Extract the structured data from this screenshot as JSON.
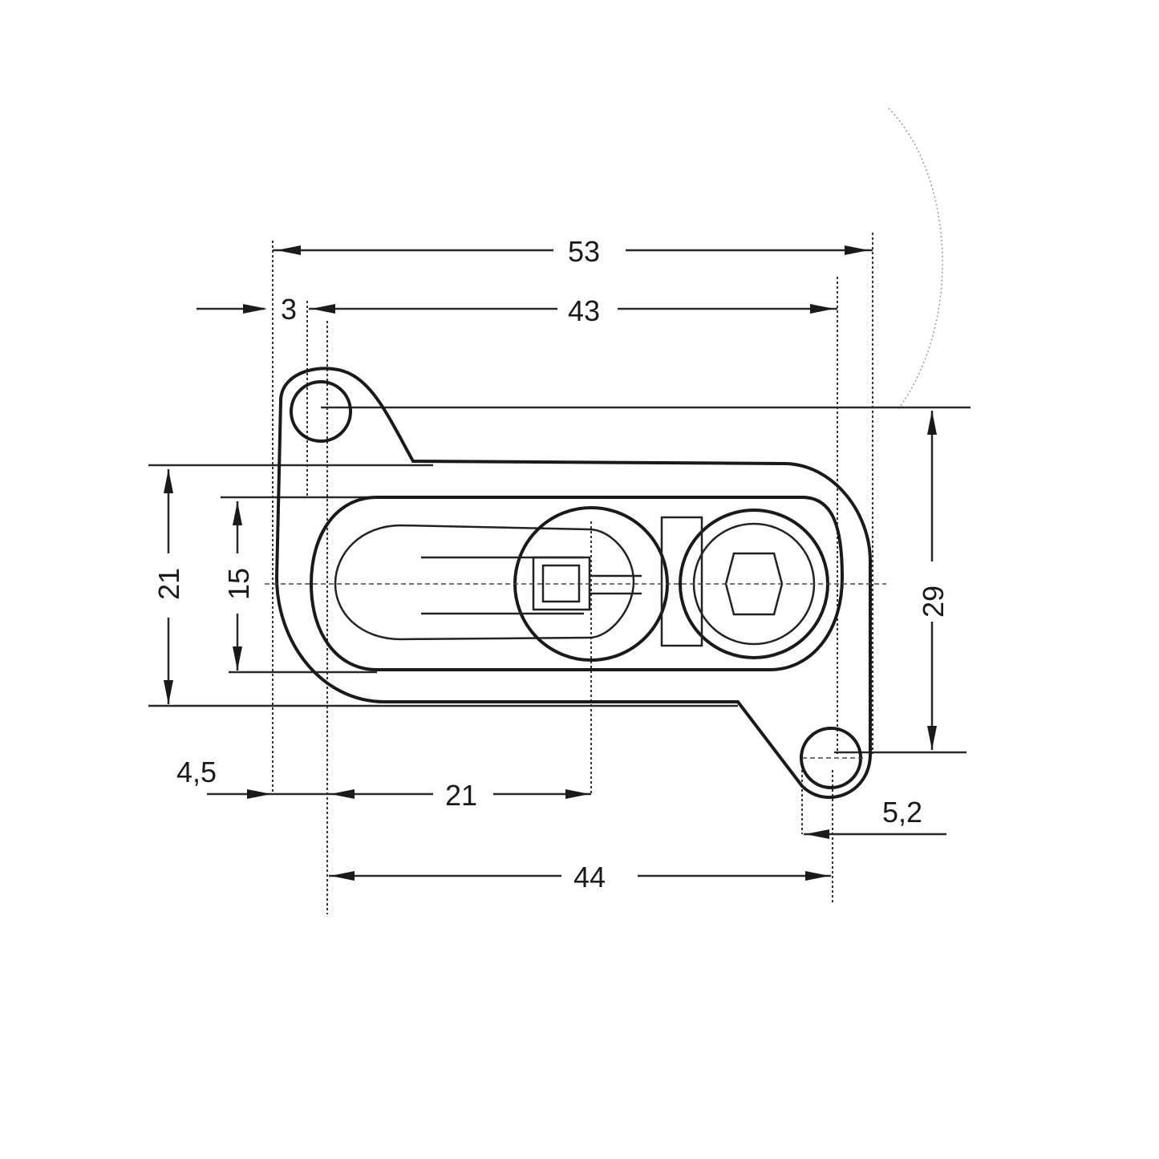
{
  "drawing": {
    "type": "mechanical-dimension-drawing",
    "units": "mm",
    "dimensions": {
      "overall_width": "53",
      "hole_to_edge_width": "43",
      "edge_offset": "3",
      "body_height": "21",
      "slot_height": "15",
      "hole_spacing_vertical": "29",
      "left_offset": "4,5",
      "slot_center_offset": "21",
      "hole_spacing_horizontal": "44",
      "bottom_hole_offset": "5,2"
    }
  }
}
